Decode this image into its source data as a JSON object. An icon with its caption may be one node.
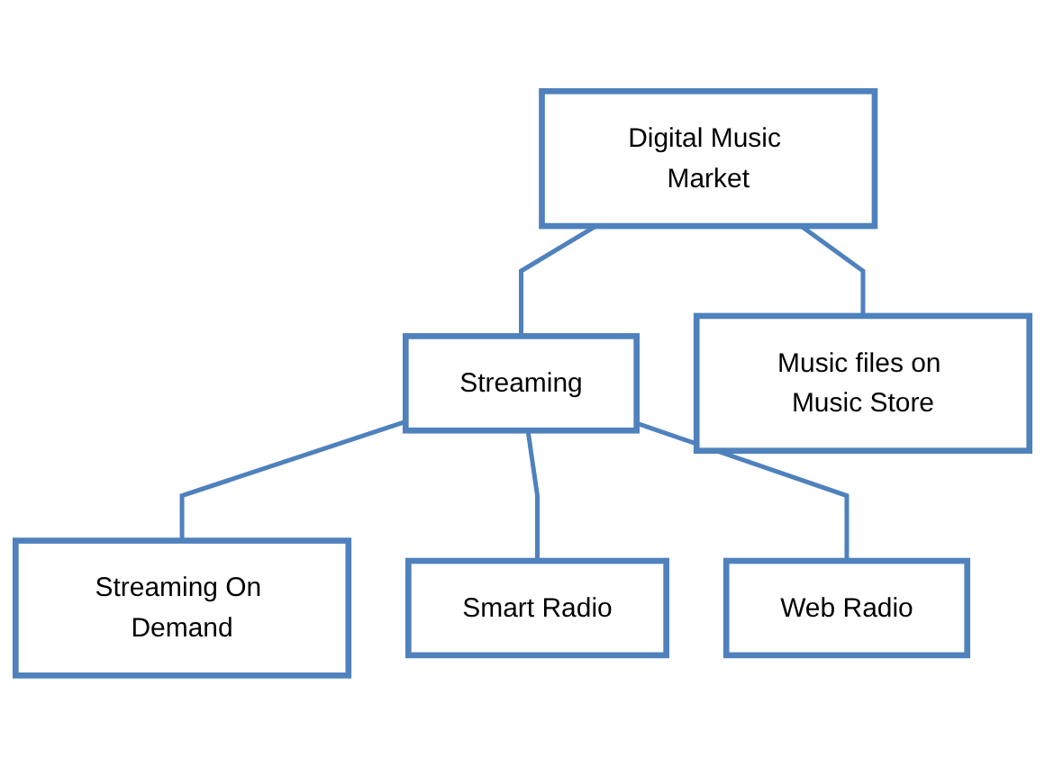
{
  "diagram": {
    "nodes": [
      {
        "text": [
          "Digital Music Market"
        ]
      },
      {
        "text": [
          "Streaming"
        ]
      },
      {
        "text": [
          "Music files on Music Store"
        ]
      },
      {
        "text": [
          "Streaming On Demand"
        ]
      },
      {
        "text": [
          "Smart Radio"
        ]
      },
      {
        "text": [
          "Web Radio"
        ]
      }
    ],
    "edges": [
      {
        "from": 0,
        "to": 1,
        "arrow": "none"
      },
      {
        "from": 0,
        "to": 2,
        "arrow": "none"
      },
      {
        "from": 1,
        "to": 3,
        "arrow": "none"
      },
      {
        "from": 1,
        "to": 4,
        "arrow": "none"
      },
      {
        "from": 1,
        "to": 5,
        "arrow": "none"
      }
    ]
  }
}
